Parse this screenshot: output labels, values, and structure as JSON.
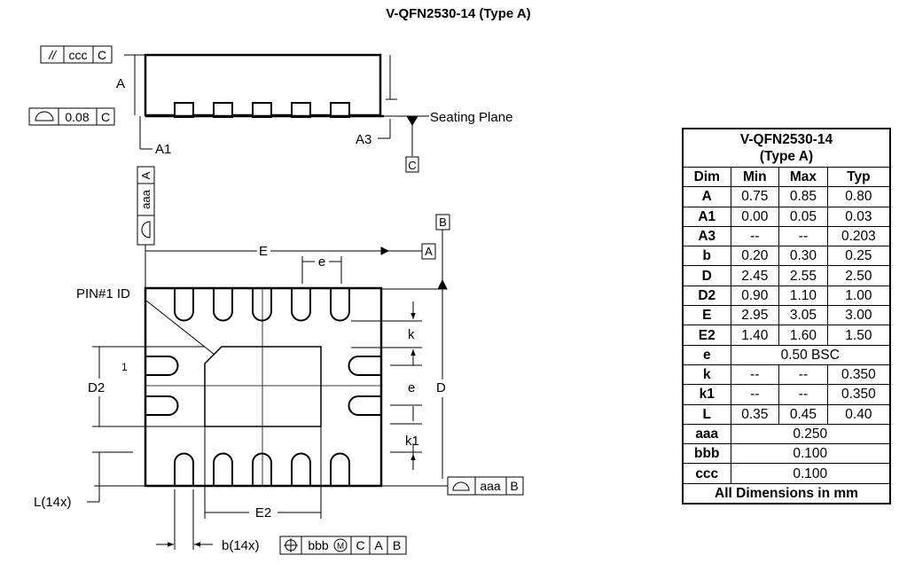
{
  "title": "V-QFN2530-14 (Type A)",
  "side_view": {
    "flatness": {
      "symbol": "//",
      "tol": "ccc",
      "datum": "C"
    },
    "coplanarity": {
      "symbol": "profile-icon",
      "tol": "0.08",
      "datum": "C"
    },
    "label_A": "A",
    "label_A1": "A1",
    "label_A3": "A3",
    "seating_plane": "Seating Plane",
    "datum_C": "C"
  },
  "top_view": {
    "frame_aaa_A": {
      "tol": "aaa",
      "datum": "A"
    },
    "label_E": "E",
    "label_e_top": "e",
    "datum_A": "A",
    "datum_B": "B",
    "pin1_id": "PIN#1 ID",
    "pin1_num": "1",
    "label_k": "k",
    "label_D2": "D2",
    "label_e_right": "e",
    "label_D": "D",
    "label_k1": "k1",
    "frame_aaa_B": {
      "tol": "aaa",
      "datum": "B"
    },
    "label_L": "L(14x)",
    "label_E2": "E2",
    "label_b": "b(14x)",
    "position_frame": {
      "tol": "bbb",
      "modifier": "M",
      "datum1": "C",
      "datum2": "A",
      "datum3": "B"
    }
  },
  "table": {
    "title_line1": "V-QFN2530-14",
    "title_line2": "(Type A)",
    "headers": [
      "Dim",
      "Min",
      "Max",
      "Typ"
    ],
    "rows": [
      {
        "dim": "A",
        "min": "0.75",
        "max": "0.85",
        "typ": "0.80"
      },
      {
        "dim": "A1",
        "min": "0.00",
        "max": "0.05",
        "typ": "0.03"
      },
      {
        "dim": "A3",
        "min": "--",
        "max": "--",
        "typ": "0.203"
      },
      {
        "dim": "b",
        "min": "0.20",
        "max": "0.30",
        "typ": "0.25"
      },
      {
        "dim": "D",
        "min": "2.45",
        "max": "2.55",
        "typ": "2.50"
      },
      {
        "dim": "D2",
        "min": "0.90",
        "max": "1.10",
        "typ": "1.00"
      },
      {
        "dim": "E",
        "min": "2.95",
        "max": "3.05",
        "typ": "3.00"
      },
      {
        "dim": "E2",
        "min": "1.40",
        "max": "1.60",
        "typ": "1.50"
      },
      {
        "dim": "e",
        "span": "0.50 BSC"
      },
      {
        "dim": "k",
        "min": "--",
        "max": "--",
        "typ": "0.350"
      },
      {
        "dim": "k1",
        "min": "--",
        "max": "--",
        "typ": "0.350"
      },
      {
        "dim": "L",
        "min": "0.35",
        "max": "0.45",
        "typ": "0.40"
      },
      {
        "dim": "aaa",
        "span": "0.250"
      },
      {
        "dim": "bbb",
        "span": "0.100"
      },
      {
        "dim": "ccc",
        "span": "0.100"
      }
    ],
    "footer": "All Dimensions in mm"
  }
}
